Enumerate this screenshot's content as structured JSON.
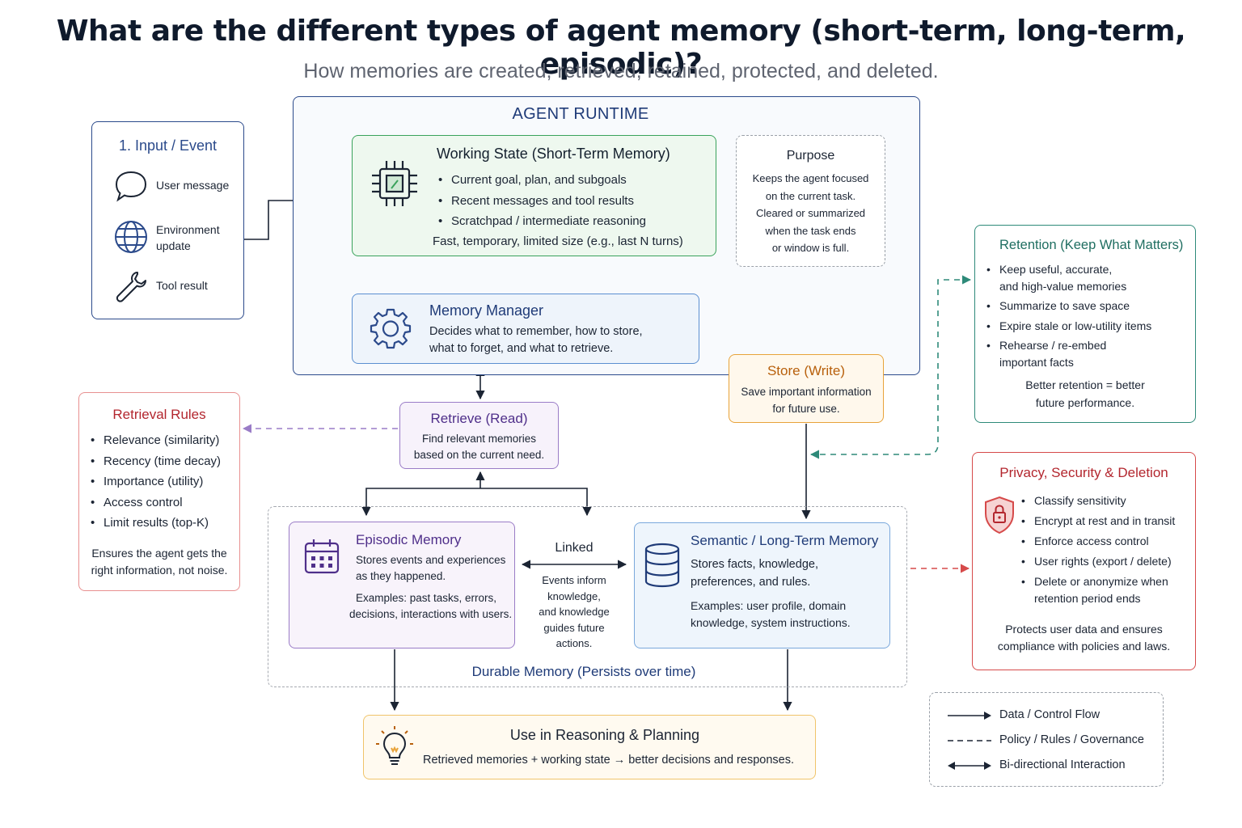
{
  "title": "What are the different types of agent memory (short-term, long-term, episodic)?",
  "subtitle": "How memories are created, retrieved, retained, protected, and deleted.",
  "colors": {
    "navy": "#2b4a8b",
    "green": "#3aa35b",
    "purple": "#7d55a8",
    "orange": "#e8a33a",
    "teal": "#2e8a79",
    "red": "#d64a4a",
    "blue": "#5b8fd1",
    "gray": "#8a8f98"
  },
  "input": {
    "title": "1. Input / Event",
    "items": [
      {
        "icon": "speech-bubble-icon",
        "label": "User message"
      },
      {
        "icon": "globe-icon",
        "label": "Environment update"
      },
      {
        "icon": "wrench-icon",
        "label": "Tool result"
      }
    ]
  },
  "runtime": {
    "title": "AGENT RUNTIME"
  },
  "working": {
    "title": "Working State (Short-Term Memory)",
    "bullets": [
      "Current goal, plan, and subgoals",
      "Recent messages and tool results",
      "Scratchpad / intermediate reasoning"
    ],
    "footer": "Fast, temporary, limited size (e.g., last N turns)"
  },
  "purpose": {
    "title": "Purpose",
    "lines": [
      "Keeps the agent focused",
      "on the current task.",
      "Cleared or summarized",
      "when the task ends",
      "or window is full."
    ]
  },
  "manager": {
    "title": "Memory Manager",
    "lines": [
      "Decides what to remember, how to store,",
      "what to forget, and what to retrieve."
    ]
  },
  "store": {
    "title": "Store (Write)",
    "lines": [
      "Save important information",
      "for future use."
    ]
  },
  "retrieve": {
    "title": "Retrieve (Read)",
    "lines": [
      "Find relevant memories",
      "based on the current need."
    ]
  },
  "retrieval_rules": {
    "title": "Retrieval Rules",
    "bullets": [
      "Relevance (similarity)",
      "Recency (time decay)",
      "Importance (utility)",
      "Access control",
      "Limit results (top-K)"
    ],
    "footer": [
      "Ensures the agent gets the",
      "right information, not noise."
    ]
  },
  "retention": {
    "title": "Retention (Keep What Matters)",
    "bullets": [
      [
        "Keep useful, accurate,",
        "and high-value memories"
      ],
      [
        "Summarize to save space"
      ],
      [
        "Expire stale or low-utility items"
      ],
      [
        "Rehearse /  re-embed",
        "important facts"
      ]
    ],
    "footer": [
      "Better retention = better",
      "future performance."
    ]
  },
  "privacy": {
    "title": "Privacy, Security & Deletion",
    "bullets": [
      [
        "Classify sensitivity"
      ],
      [
        "Encrypt at rest and in transit"
      ],
      [
        "Enforce access control"
      ],
      [
        "User rights (export / delete)"
      ],
      [
        "Delete or anonymize when",
        "retention period ends"
      ]
    ],
    "footer": [
      "Protects user data and ensures",
      "compliance with policies and laws."
    ]
  },
  "episodic": {
    "title": "Episodic Memory",
    "desc": [
      "Stores events and experiences",
      "as they happened."
    ],
    "examples": [
      "Examples: past tasks, errors,",
      "decisions, interactions with users."
    ]
  },
  "linked": {
    "title": "Linked",
    "lines": [
      "Events inform",
      "knowledge,",
      "and knowledge",
      "guides future",
      "actions."
    ]
  },
  "semantic": {
    "title": "Semantic / Long-Term Memory",
    "desc": [
      "Stores facts, knowledge,",
      "preferences, and rules."
    ],
    "examples": [
      "Examples: user profile, domain",
      "knowledge, system instructions."
    ]
  },
  "durable": {
    "label": "Durable Memory (Persists over time)"
  },
  "reasoning": {
    "title": "Use in Reasoning & Planning",
    "line": "Retrieved memories + working state →  better decisions and responses."
  },
  "legend": {
    "items": [
      {
        "style": "solid",
        "label": "Data / Control Flow"
      },
      {
        "style": "dashed",
        "label": "Policy / Rules / Governance"
      },
      {
        "style": "bidirectional",
        "label": "Bi-directional Interaction"
      }
    ]
  }
}
